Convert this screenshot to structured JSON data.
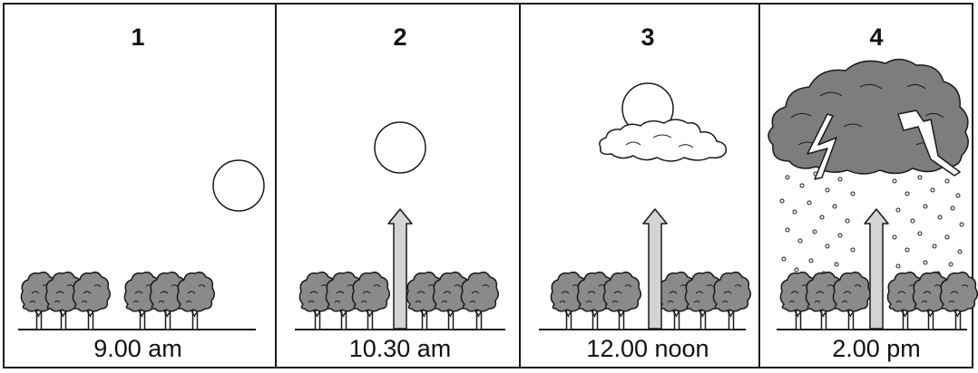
{
  "panels": [
    {
      "number": "1",
      "time": "9.00 am"
    },
    {
      "number": "2",
      "time": "10.30 am"
    },
    {
      "number": "3",
      "time": "12.00 noon"
    },
    {
      "number": "4",
      "time": "2.00 pm"
    }
  ],
  "colors": {
    "tree": "#8a8a8a",
    "arrow": "#d4d4d4",
    "storm_cloud": "#7d7d7d",
    "line": "#1a1a1a"
  }
}
